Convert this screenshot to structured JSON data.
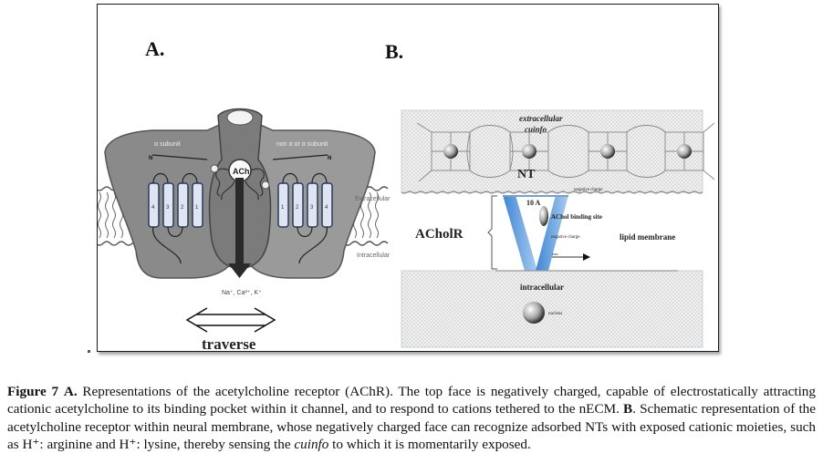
{
  "figure": {
    "panel_a": {
      "label": "A.",
      "subunit_left": "α subunit",
      "subunit_right": "non α or α subunit",
      "ach_label": "ACh",
      "n_terminal": "N",
      "extracellular": "Extracellular",
      "intracellular": "Intracellular",
      "ions": "Na⁺, Ca²⁺, K⁺",
      "traverse": "traverse",
      "helix_labels_left": [
        "4",
        "3",
        "2",
        "1"
      ],
      "helix_labels_right": [
        "1",
        "2",
        "3",
        "4"
      ]
    },
    "panel_b": {
      "label": "B.",
      "extracellular": "extracellular",
      "cuinfo": "cuinfo",
      "nt": "NT",
      "negative_charge_top": "negative charge",
      "distance": "10 A",
      "receptor": "ACholR",
      "binding_site": "AChol binding site",
      "negative_charge": "negative charge",
      "lipid_membrane": "lipid membrane",
      "arrow_label": "ions",
      "intracellular": "intracellular",
      "nucleus": "nucleus"
    }
  },
  "caption": {
    "fig_label": "Figure 7",
    "a_label": "A.",
    "a_text": " Representations of the acetylcholine receptor (AChR). The top face is negatively charged, capable of electrostatically attracting cationic acetylcholine to its binding pocket within it channel, and to respond to cations tethered to the nECM. ",
    "b_label": "B",
    "b_text": ". Schematic representation of the acetylcholine receptor within neural membrane, whose negatively charged face can recognize adsorbed NTs with exposed cationic moieties, such as H⁺: arginine and H⁺: lysine, thereby sensing the ",
    "italic_word": "cuinfo",
    "end_text": " to which it is momentarily exposed."
  }
}
